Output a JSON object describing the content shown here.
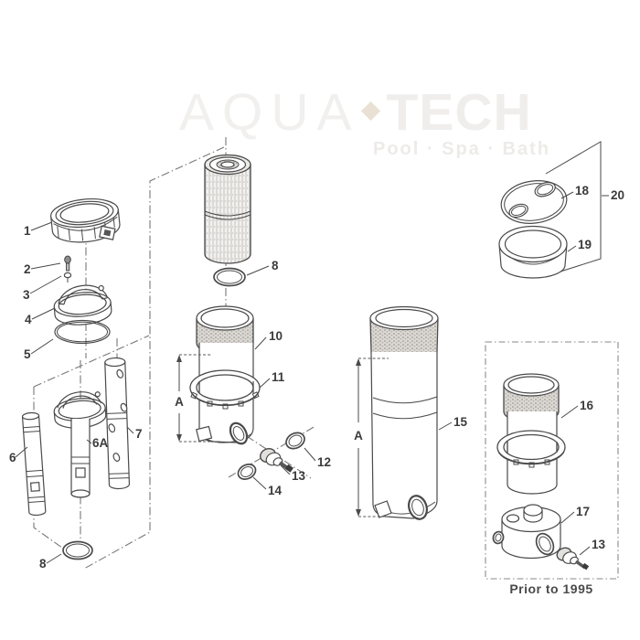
{
  "watermark": {
    "brand_light": "AQUA",
    "brand_bold": "TECH",
    "tagline": "Pool · Spa · Bath",
    "diamond_color": "#e9e2d4"
  },
  "labels": {
    "p1": "1",
    "p2": "2",
    "p3": "3",
    "p4": "4",
    "p5": "5",
    "p6": "6",
    "p6a": "6A",
    "p7": "7",
    "p8": "8",
    "p10": "10",
    "p11": "11",
    "p12": "12",
    "p13": "13",
    "p14": "14",
    "p15": "15",
    "p16": "16",
    "p17": "17",
    "p18": "18",
    "p19": "19",
    "p20": "20",
    "dim_a": "A"
  },
  "notes": {
    "prior_box": "Prior to 1995"
  },
  "colors": {
    "line": "#4a4a4a",
    "label": "#3b3b3b",
    "watermark_text": "#f1f0ee"
  }
}
